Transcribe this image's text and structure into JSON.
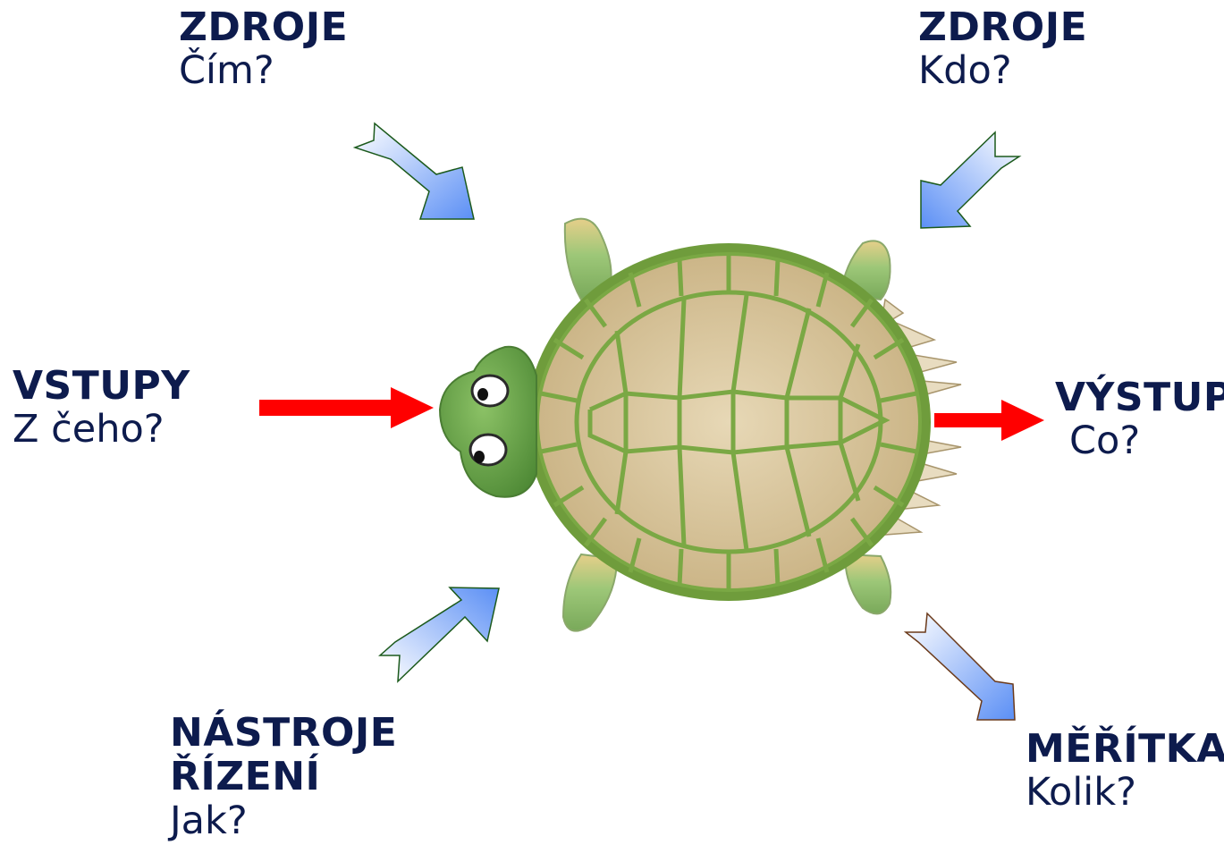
{
  "labels": {
    "zdroje_cim": {
      "title": "ZDROJE",
      "question": "Čím?"
    },
    "zdroje_kdo": {
      "title": "ZDROJE",
      "question": "Kdo?"
    },
    "vstupy": {
      "title": "VSTUPY",
      "question": "Z čeho?"
    },
    "vystup": {
      "title": "VÝSTUP",
      "question": "Co?"
    },
    "nastroje": {
      "title_line1": "NÁSTROJE",
      "title_line2": "ŘÍZENÍ",
      "question": "Jak?"
    },
    "meritka": {
      "title": "MĚŘÍTKA",
      "question": "Kolik?"
    }
  },
  "colors": {
    "text": "#0d1b4d",
    "input_output_arrow": "#ff0000",
    "gradient_arrow_start": "#ffffff",
    "gradient_arrow_end": "#5b8ff5",
    "shell_outer": "#6f9c3c",
    "shell_plate": "#d6c29a",
    "turtle_skin": "#6aa34c"
  },
  "icons": [
    "turtle-illustration",
    "arrow-right-red",
    "arrow-gradient-blue"
  ]
}
